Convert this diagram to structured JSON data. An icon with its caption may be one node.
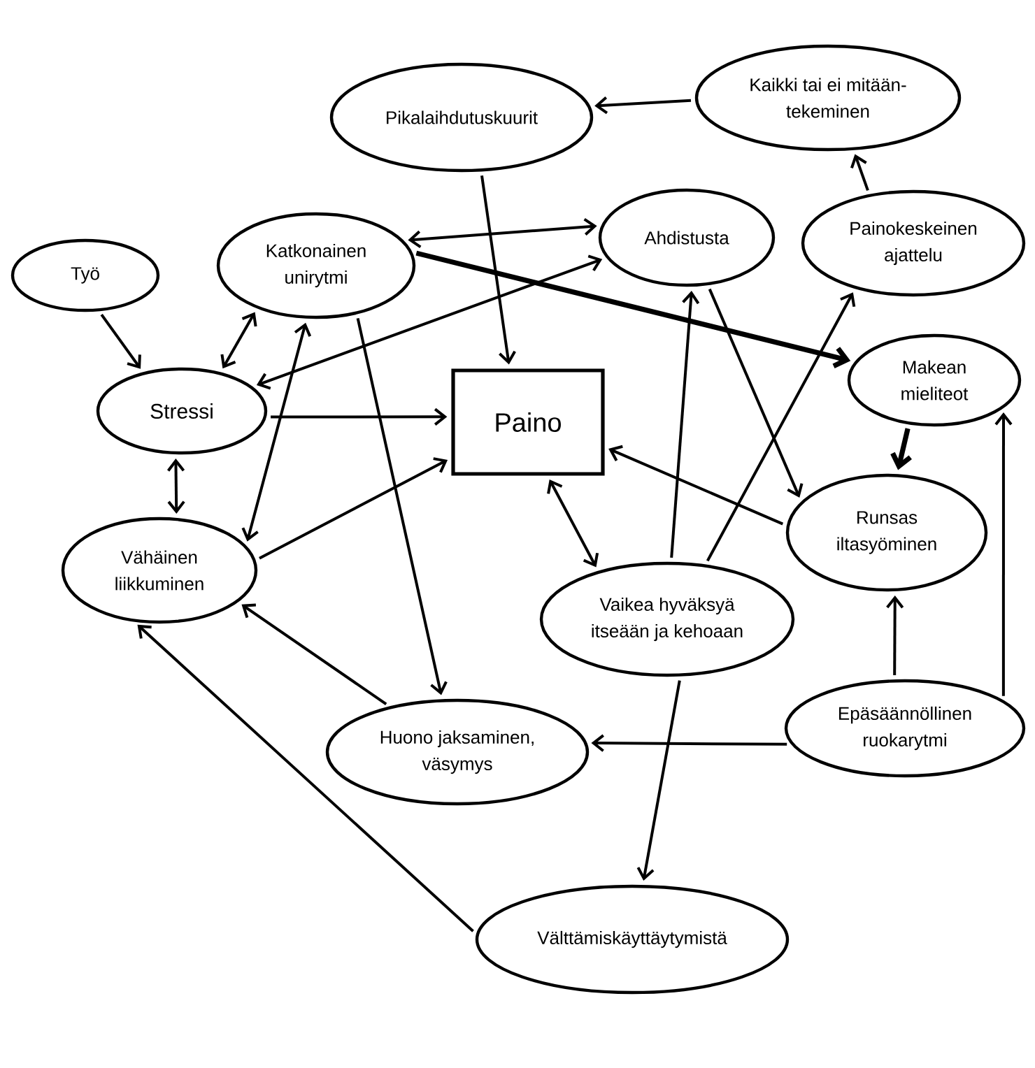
{
  "diagram": {
    "nodes": [
      {
        "text": [
          "Pikalaihdutuskuurit"
        ]
      },
      {
        "text": [
          "Kaikki tai ei mitään- tekeminen"
        ]
      },
      {
        "text": [
          "Työ"
        ]
      },
      {
        "text": [
          "Katkonainen unirytmi"
        ]
      },
      {
        "text": [
          "Ahdistusta"
        ]
      },
      {
        "text": [
          "Painokeskeinen ajattelu"
        ]
      },
      {
        "text": [
          "Stressi"
        ]
      },
      {
        "text": [
          "Paino"
        ]
      },
      {
        "text": [
          "Makean mieliteot"
        ]
      },
      {
        "text": [
          "Vähäinen liikkuminen"
        ]
      },
      {
        "text": [
          "Vaikea hyväksyä itseään ja kehoaan"
        ]
      },
      {
        "text": [
          "Runsas iltasyöminen"
        ]
      },
      {
        "text": [
          "Huono jaksaminen, väsymys"
        ]
      },
      {
        "text": [
          "Epäsäännöllinen ruokarytmi"
        ]
      },
      {
        "text": [
          "Välttämiskäyttäytymistä"
        ]
      }
    ],
    "edges": [
      {
        "from": 1,
        "to": 0,
        "arrow": "to"
      },
      {
        "from": 5,
        "to": 1,
        "arrow": "to"
      },
      {
        "from": 0,
        "to": 7,
        "arrow": "to"
      },
      {
        "from": 3,
        "to": 4,
        "arrow": "both"
      },
      {
        "from": 3,
        "to": 8,
        "arrow": "to",
        "style": "thick"
      },
      {
        "from": 6,
        "to": 4,
        "arrow": "both"
      },
      {
        "from": 2,
        "to": 6,
        "arrow": "to"
      },
      {
        "from": 3,
        "to": 6,
        "arrow": "both"
      },
      {
        "from": 3,
        "to": 9,
        "arrow": "both"
      },
      {
        "from": 3,
        "to": 12,
        "arrow": "to"
      },
      {
        "from": 6,
        "to": 7,
        "arrow": "to"
      },
      {
        "from": 6,
        "to": 9,
        "arrow": "both"
      },
      {
        "from": 9,
        "to": 7,
        "arrow": "to"
      },
      {
        "from": 7,
        "to": 10,
        "arrow": "both"
      },
      {
        "from": 10,
        "to": 4,
        "arrow": "to"
      },
      {
        "from": 10,
        "to": 5,
        "arrow": "to"
      },
      {
        "from": 4,
        "to": 11,
        "arrow": "to"
      },
      {
        "from": 11,
        "to": 7,
        "arrow": "to"
      },
      {
        "from": 8,
        "to": 11,
        "arrow": "to",
        "style": "thick"
      },
      {
        "from": 13,
        "to": 11,
        "arrow": "to"
      },
      {
        "from": 13,
        "to": 8,
        "arrow": "to"
      },
      {
        "from": 13,
        "to": 12,
        "arrow": "to"
      },
      {
        "from": 12,
        "to": 9,
        "arrow": "to"
      },
      {
        "from": 14,
        "to": 9,
        "arrow": "to"
      },
      {
        "from": 10,
        "to": 14,
        "arrow": "to"
      }
    ]
  }
}
